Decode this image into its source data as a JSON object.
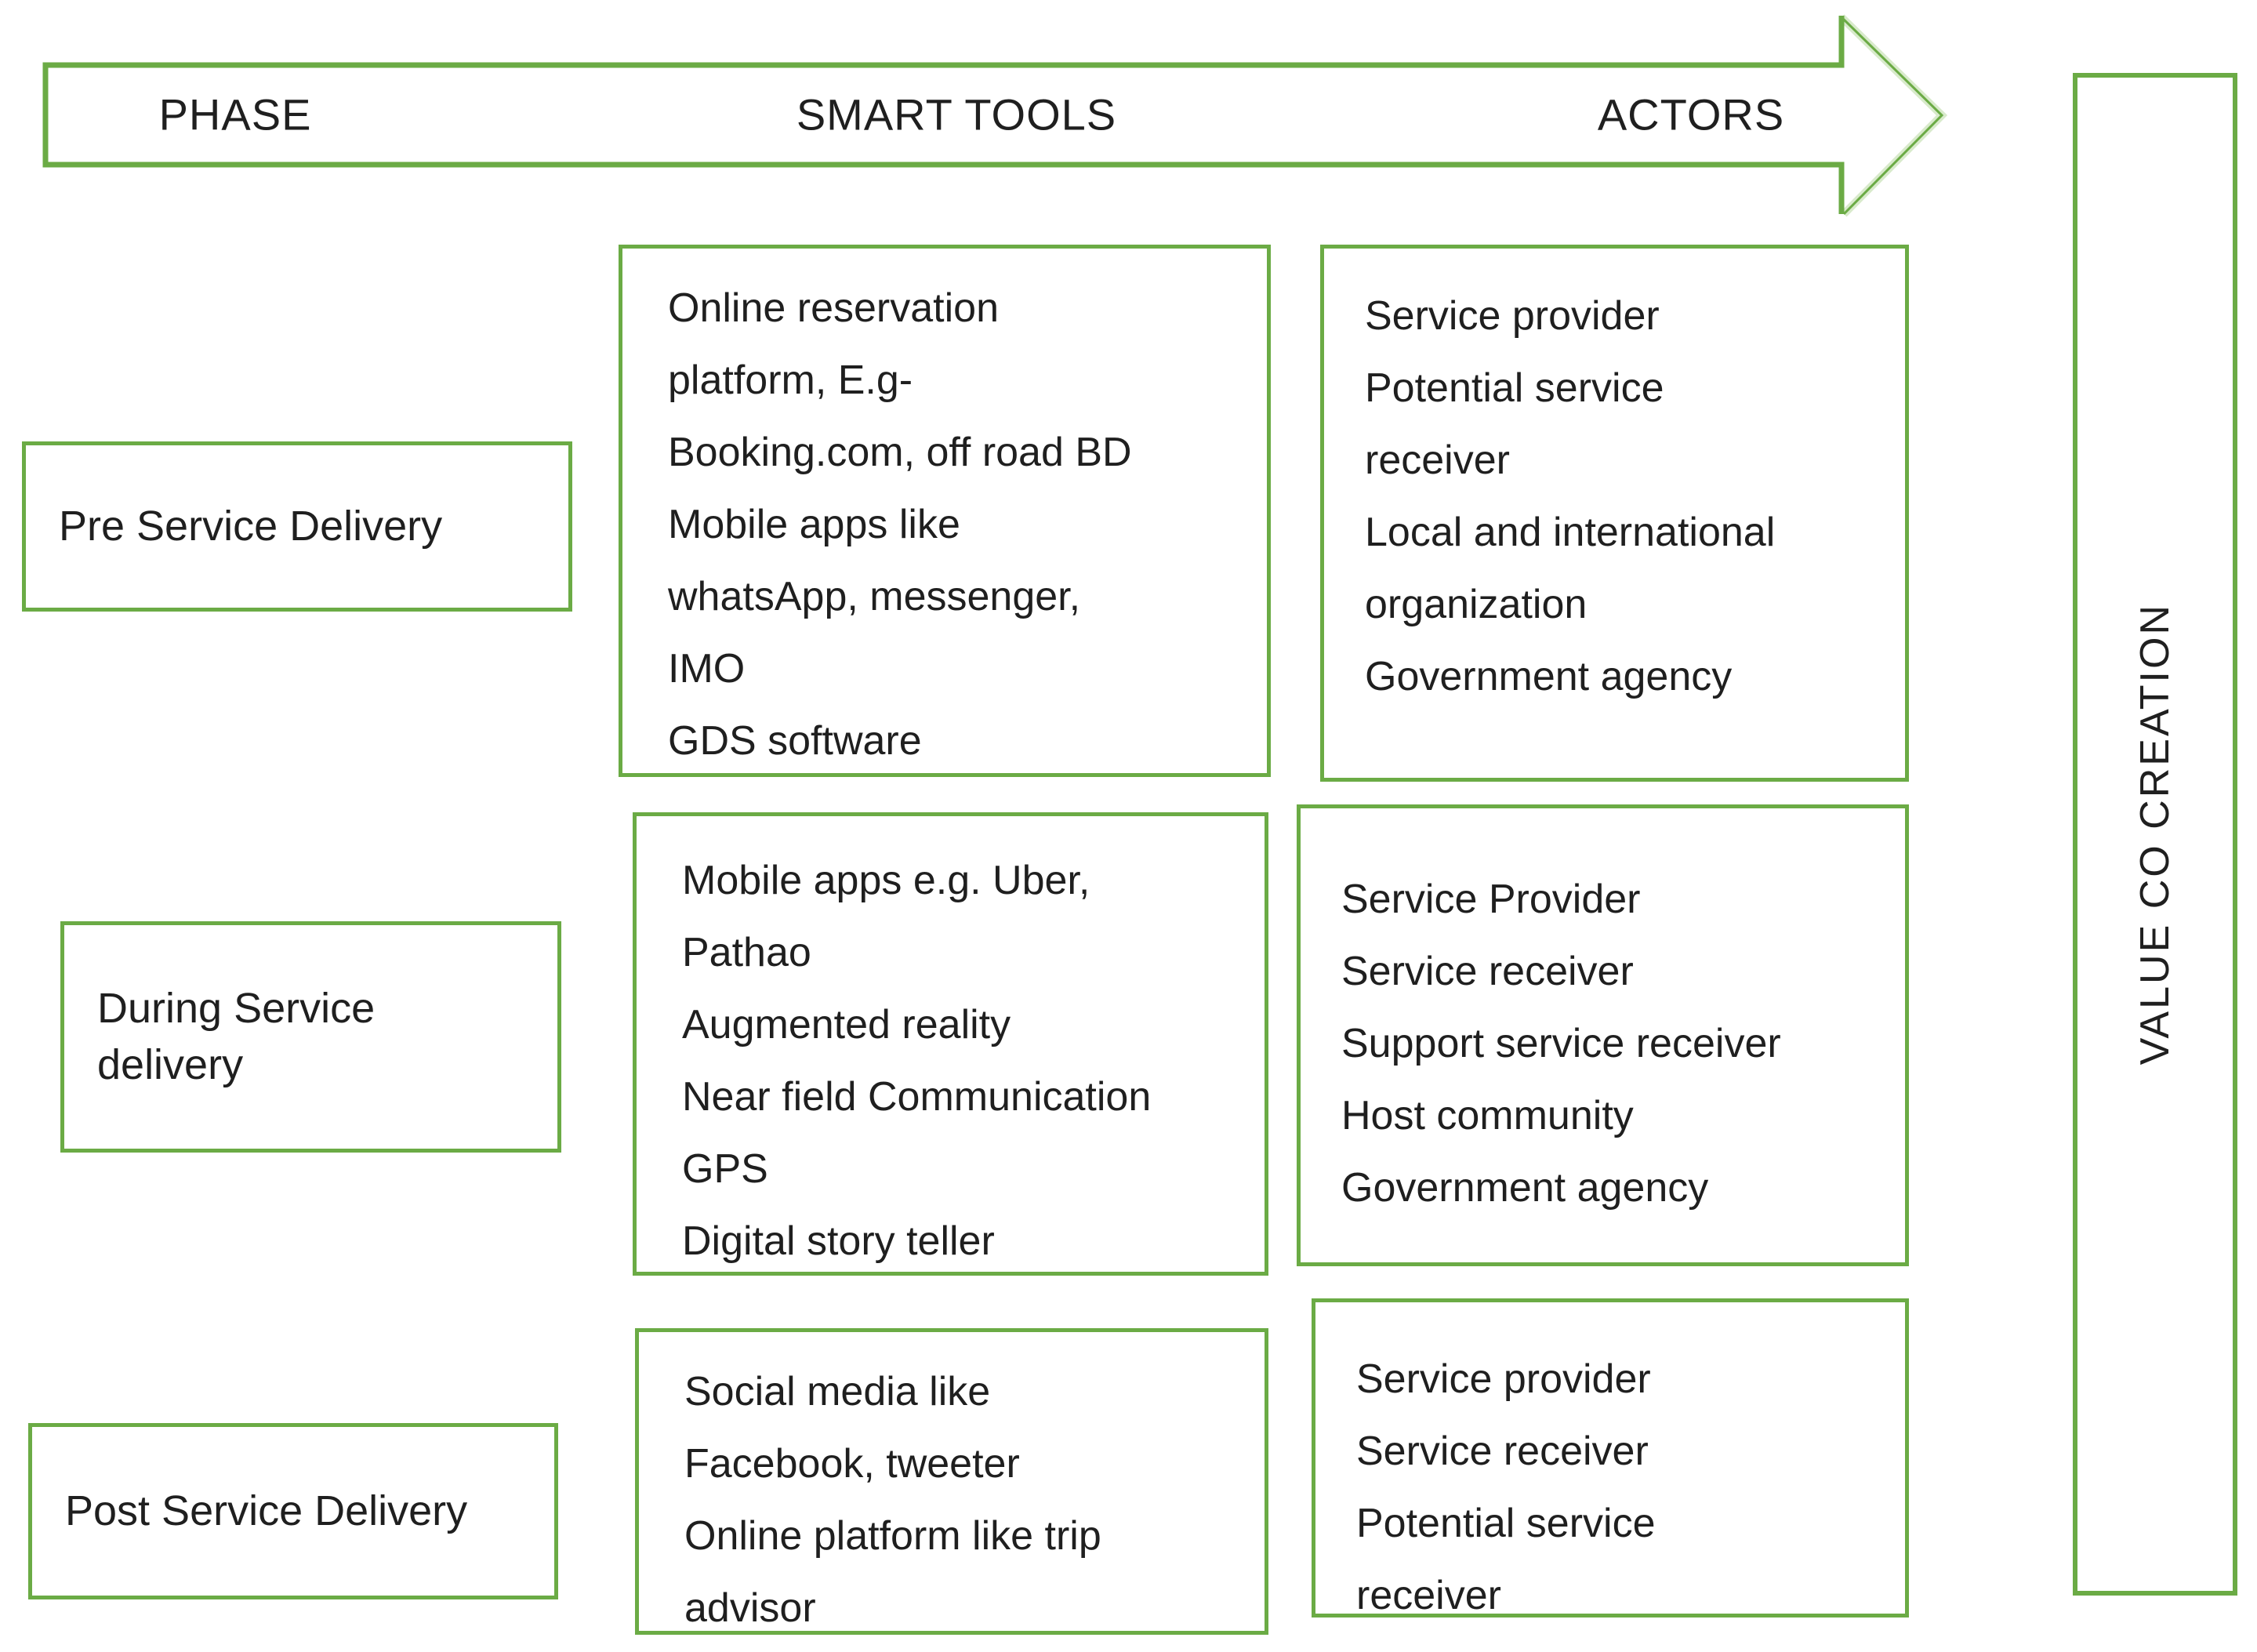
{
  "header": {
    "phase_label": "PHASE",
    "smart_tools_label": "SMART TOOLS",
    "actors_label": "ACTORS"
  },
  "value_bar_label": "VALUE CO CREATION",
  "phases": [
    {
      "name": [
        "Pre Service Delivery"
      ],
      "tools": [
        "Online reservation",
        "platform, E.g-",
        "Booking.com, off road BD",
        "Mobile apps like",
        "whatsApp, messenger,",
        "IMO",
        "GDS software"
      ],
      "actors": [
        "Service provider",
        "Potential service",
        "receiver",
        "Local and international",
        "organization",
        "Government agency"
      ]
    },
    {
      "name": [
        "During Service",
        "delivery"
      ],
      "tools": [
        "Mobile apps e.g. Uber,",
        "Pathao",
        "Augmented reality",
        "Near field Communication",
        "GPS",
        "Digital story teller"
      ],
      "actors": [
        "Service Provider",
        "Service receiver",
        "Support service receiver",
        "Host community",
        "Government agency"
      ]
    },
    {
      "name": [
        "Post Service Delivery"
      ],
      "tools": [
        "Social media like",
        "Facebook, tweeter",
        "Online platform like trip",
        "advisor"
      ],
      "actors": [
        "Service provider",
        "Service receiver",
        "Potential service",
        "receiver"
      ]
    }
  ],
  "colors": {
    "green": "#6BAB45",
    "light_green": "#D8EACB",
    "text": "#1F1F1F"
  }
}
